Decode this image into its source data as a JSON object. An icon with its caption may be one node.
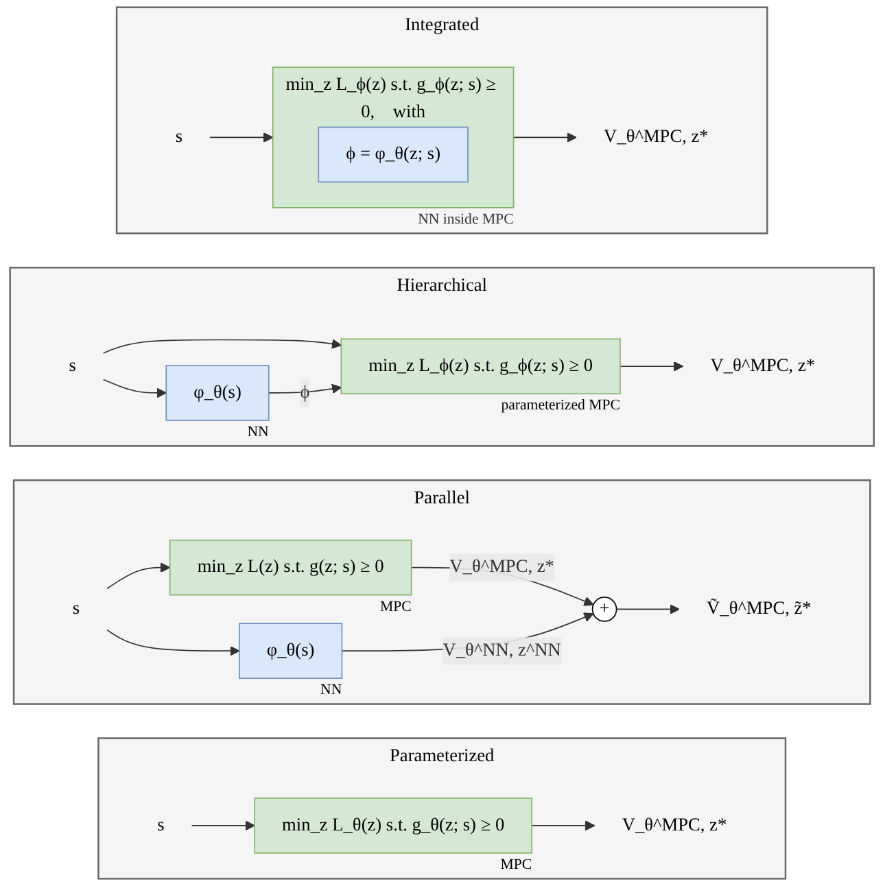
{
  "diagram": {
    "nodes": [
      {
        "text": [
          "Integrated"
        ]
      },
      {
        "text": [
          "s"
        ],
        "in": 0
      },
      {
        "text": [
          "min_z L_ϕ(z) s.t. g_ϕ(z; s) ≥ 0,    with"
        ],
        "beside": [
          "NN inside MPC"
        ],
        "in": 0
      },
      {
        "text": [
          "ϕ = φ_θ(z; s)"
        ],
        "in": 2
      },
      {
        "text": [
          "V_θ^MPC, z*"
        ],
        "in": 0
      },
      {
        "text": [
          "Hierarchical"
        ]
      },
      {
        "text": [
          "s"
        ],
        "in": 5
      },
      {
        "text": [
          "φ_θ(s)"
        ],
        "beside": [
          "NN"
        ],
        "in": 5
      },
      {
        "text": [
          "min_z L_ϕ(z) s.t. g_ϕ(z; s) ≥ 0"
        ],
        "beside": [
          "parameterized MPC"
        ],
        "in": 5
      },
      {
        "text": [
          "V_θ^MPC, z*"
        ],
        "in": 5
      },
      {
        "text": [
          "Parallel"
        ]
      },
      {
        "text": [
          "s"
        ],
        "in": 10
      },
      {
        "text": [
          "min_z L(z) s.t. g(z; s) ≥ 0"
        ],
        "beside": [
          "MPC"
        ],
        "in": 10
      },
      {
        "text": [
          "φ_θ(s)"
        ],
        "beside": [
          "NN"
        ],
        "in": 10
      },
      {
        "text": [
          "+"
        ],
        "in": 10
      },
      {
        "text": [
          "Ṽ_θ^MPC, z̃*"
        ],
        "in": 10
      },
      {
        "text": [
          "Parameterized"
        ]
      },
      {
        "text": [
          "s"
        ],
        "in": 16
      },
      {
        "text": [
          "min_z L_θ(z) s.t. g_θ(z; s) ≥ 0"
        ],
        "beside": [
          "MPC"
        ],
        "in": 16
      },
      {
        "text": [
          "V_θ^MPC, z*"
        ],
        "in": 16
      }
    ],
    "edges": [
      {
        "from": 1,
        "to": 2,
        "arrow": "to"
      },
      {
        "from": 2,
        "to": 4,
        "arrow": "to"
      },
      {
        "from": 6,
        "to": 7,
        "arrow": "to"
      },
      {
        "from": 6,
        "to": 8,
        "arrow": "to"
      },
      {
        "from": 7,
        "to": 8,
        "arrow": "to",
        "label": "ϕ"
      },
      {
        "from": 8,
        "to": 9,
        "arrow": "to"
      },
      {
        "from": 11,
        "to": 12,
        "arrow": "to"
      },
      {
        "from": 11,
        "to": 13,
        "arrow": "to"
      },
      {
        "from": 12,
        "to": 14,
        "arrow": "to",
        "label": "V_θ^MPC, z*"
      },
      {
        "from": 13,
        "to": 14,
        "arrow": "to",
        "label": "V_θ^NN, z^NN"
      },
      {
        "from": 14,
        "to": 15,
        "arrow": "to"
      },
      {
        "from": 17,
        "to": 18,
        "arrow": "to"
      },
      {
        "from": 18,
        "to": 19,
        "arrow": "to"
      }
    ]
  }
}
